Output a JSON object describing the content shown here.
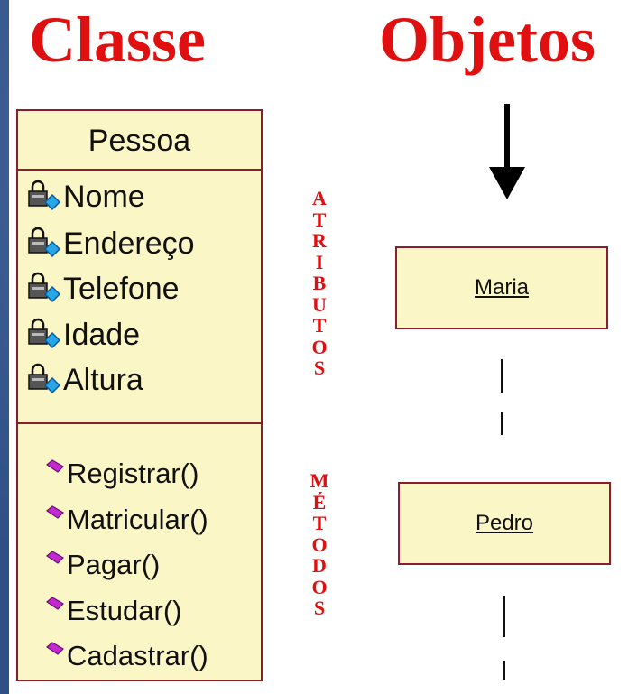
{
  "headings": {
    "classe": "Classe",
    "objetos": "Objetos"
  },
  "class": {
    "name": "Pessoa",
    "attributes": [
      "Nome",
      "Endereço",
      "Telefone",
      "Idade",
      "Altura"
    ],
    "methods": [
      "Registrar()",
      "Matricular()",
      "Pagar()",
      "Estudar()",
      "Cadastrar()"
    ]
  },
  "vertical_labels": {
    "atributos": [
      "A",
      "T",
      "R",
      "I",
      "B",
      "U",
      "T",
      "O",
      "S"
    ],
    "metodos": [
      "M",
      "É",
      "T",
      "O",
      "D",
      "O",
      "S"
    ]
  },
  "objects": [
    "Maria",
    "Pedro"
  ],
  "colors": {
    "heading": "#e01010",
    "box_fill": "#fbf6c6",
    "box_border": "#8a1e2e",
    "background": "#2f4f86"
  }
}
